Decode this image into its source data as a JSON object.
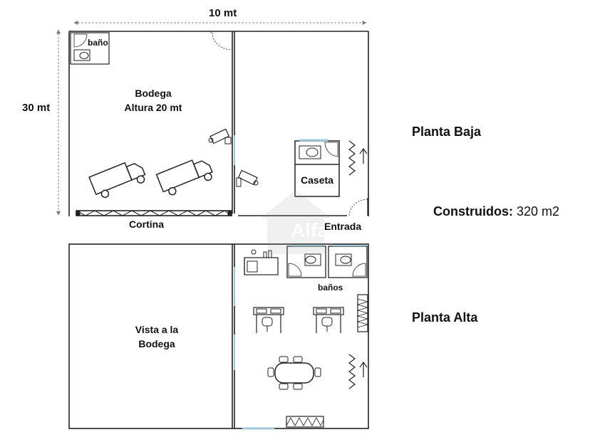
{
  "dimensions": {
    "width_label": "10 mt",
    "height_label": "30 mt"
  },
  "planta_baja": {
    "title": "Planta Baja",
    "bath_label": "baño",
    "bodega_line1": "Bodega",
    "bodega_line2": "Altura 20 mt",
    "caseta_label": "Caseta",
    "cortina_label": "Cortina",
    "entrada_label": "Entrada"
  },
  "planta_alta": {
    "title": "Planta Alta",
    "vista_line1": "Vista a la",
    "vista_line2": "Bodega",
    "banos_label": "baños"
  },
  "construidos": {
    "label": "Construidos:",
    "value": "320 m2"
  },
  "watermark": "Alfa",
  "colors": {
    "lines": "#222222",
    "glass": "#9ec9dc",
    "watermark": "#9a9a9a"
  }
}
